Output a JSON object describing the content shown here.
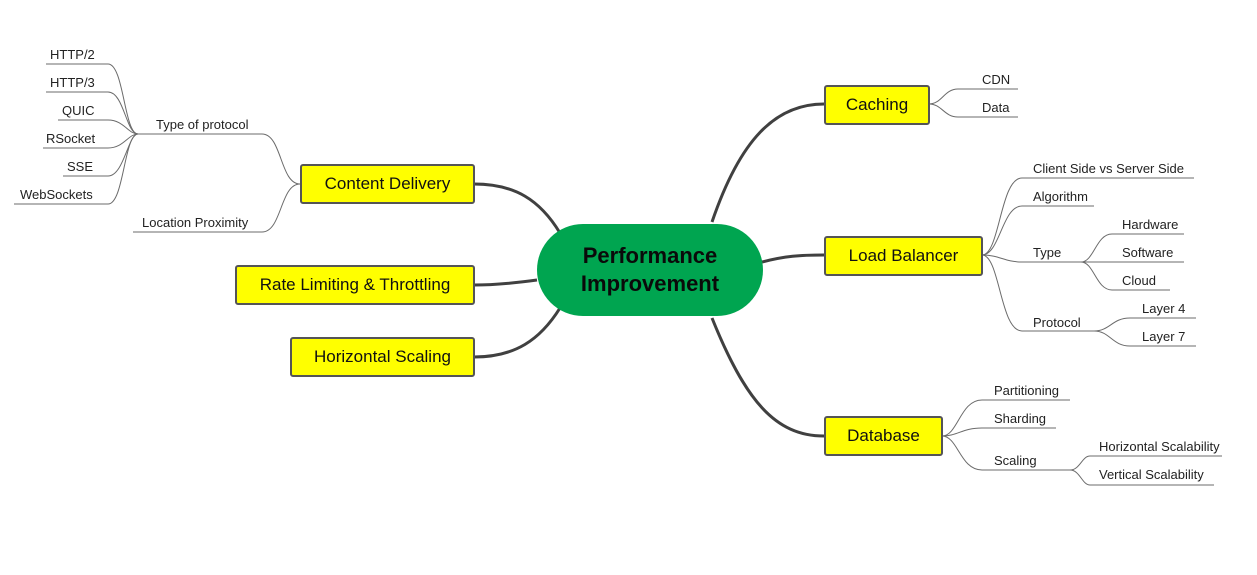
{
  "center": {
    "line1": "Performance",
    "line2": "Improvement"
  },
  "branches": {
    "content_delivery": {
      "label": "Content Delivery",
      "type_of_protocol": {
        "label": "Type of protocol",
        "items": [
          "HTTP/2",
          "HTTP/3",
          "QUIC",
          "RSocket",
          "SSE",
          "WebSockets"
        ]
      },
      "location_proximity": "Location Proximity"
    },
    "rate_limiting": {
      "label": "Rate Limiting & Throttling"
    },
    "horizontal_scaling": {
      "label": "Horizontal Scaling"
    },
    "caching": {
      "label": "Caching",
      "items": [
        "CDN",
        "Data"
      ]
    },
    "load_balancer": {
      "label": "Load Balancer",
      "client_server": "Client Side vs Server Side",
      "algorithm": "Algorithm",
      "type": {
        "label": "Type",
        "items": [
          "Hardware",
          "Software",
          "Cloud"
        ]
      },
      "protocol": {
        "label": "Protocol",
        "items": [
          "Layer 4",
          "Layer 7"
        ]
      }
    },
    "database": {
      "label": "Database",
      "partitioning": "Partitioning",
      "sharding": "Sharding",
      "scaling": {
        "label": "Scaling",
        "items": [
          "Horizontal Scalability",
          "Vertical Scalability"
        ]
      }
    }
  },
  "colors": {
    "center_fill": "#00a550",
    "branch_fill": "#ffff00",
    "connector": "#404040"
  }
}
